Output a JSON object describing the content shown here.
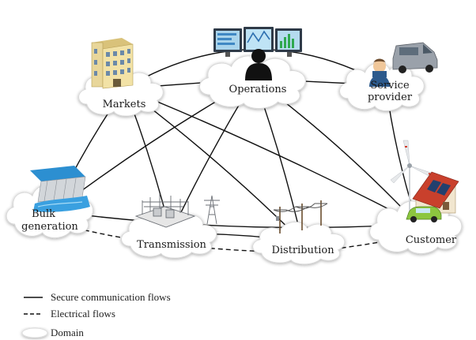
{
  "nodes": {
    "markets": {
      "label": "Markets"
    },
    "operations": {
      "label": "Operations"
    },
    "service_provider": {
      "label_line1": "Service",
      "label_line2": "provider"
    },
    "bulk_generation": {
      "label_line1": "Bulk",
      "label_line2": "generation"
    },
    "transmission": {
      "label": "Transmission"
    },
    "distribution": {
      "label": "Distribution"
    },
    "customer": {
      "label": "Customer"
    }
  },
  "links": {
    "secure_communication": [
      [
        "markets",
        "operations"
      ],
      [
        "markets",
        "service_provider"
      ],
      [
        "markets",
        "bulk_generation"
      ],
      [
        "markets",
        "transmission"
      ],
      [
        "markets",
        "distribution"
      ],
      [
        "markets",
        "customer"
      ],
      [
        "operations",
        "service_provider"
      ],
      [
        "operations",
        "bulk_generation"
      ],
      [
        "operations",
        "transmission"
      ],
      [
        "operations",
        "distribution"
      ],
      [
        "operations",
        "customer"
      ],
      [
        "service_provider",
        "customer"
      ],
      [
        "bulk_generation",
        "customer"
      ],
      [
        "transmission",
        "distribution"
      ]
    ],
    "electrical": [
      [
        "bulk_generation",
        "transmission"
      ],
      [
        "transmission",
        "distribution"
      ],
      [
        "distribution",
        "customer"
      ]
    ]
  },
  "legend": {
    "secure": "Secure communication flows",
    "electrical": "Electrical flows",
    "domain": "Domain"
  },
  "colors": {
    "line": "#111111",
    "cloud_fill": "#ffffff",
    "cloud_stroke": "#d6d6d6"
  }
}
